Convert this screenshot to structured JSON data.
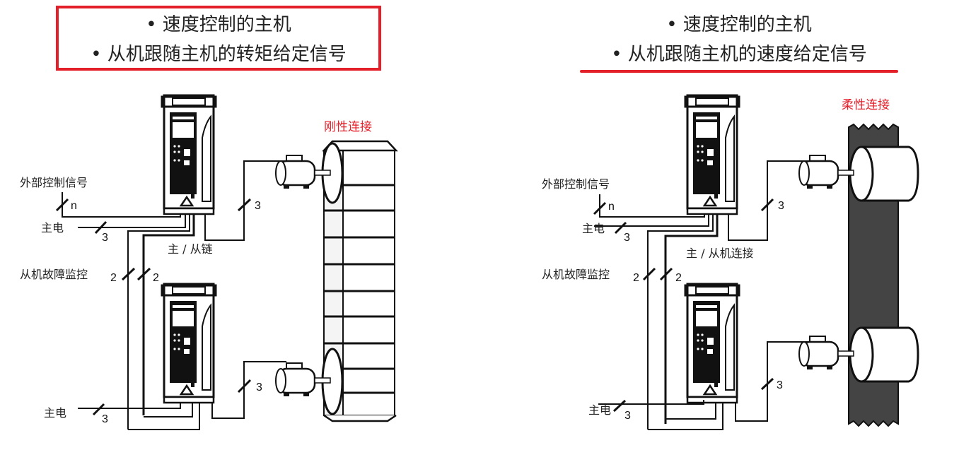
{
  "left_panel": {
    "title_lines": [
      "• 速度控制的主机",
      "• 从机跟随主机的转矩给定信号"
    ],
    "coupling_label": "刚性连接",
    "labels": {
      "external_signal": "外部控制信号",
      "mains_top": "主电",
      "mains_bottom": "主电",
      "master_slave_link": "主 / 从链",
      "slave_fault_monitor": "从机故障监控"
    },
    "wire_counts": {
      "signal_n": "n",
      "mains_top": "3",
      "motor_top": "3",
      "fault_a": "2",
      "fault_b": "2",
      "motor_bottom": "3",
      "mains_bottom": "3"
    }
  },
  "right_panel": {
    "title_lines": [
      "• 速度控制的主机",
      "• 从机跟随主机的速度给定信号"
    ],
    "coupling_label": "柔性连接",
    "labels": {
      "external_signal": "外部控制信号",
      "mains_top": "主电",
      "mains_bottom": "主电",
      "master_slave_link": "主 / 从机连接",
      "slave_fault_monitor": "从机故障监控"
    },
    "wire_counts": {
      "signal_n": "n",
      "mains_top": "3",
      "motor_top": "3",
      "fault_a": "2",
      "fault_b": "2",
      "motor_bottom": "3",
      "mains_bottom": "3"
    }
  },
  "colors": {
    "accent": "#e3202a",
    "belt": "#444444",
    "ink": "#111111"
  }
}
